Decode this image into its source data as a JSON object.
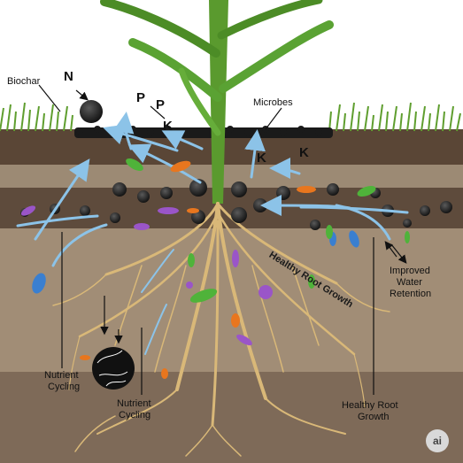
{
  "labels": {
    "biochar": "Biochar",
    "n": "N",
    "p1": "P",
    "p2": "P",
    "k1": "K",
    "k2": "K",
    "k3": "K",
    "microbes": "Microbes",
    "improved_water_retention_line1": "Improved",
    "improved_water_retention_line2": "Water",
    "improved_water_retention_line3": "Retention",
    "nutrient_cycling_left_line1": "Nutrient",
    "nutrient_cycling_left_line2": "Cycling",
    "nutrient_cycling_mid_line1": "Nutrient",
    "nutrient_cycling_mid_line2": "Cycling",
    "healthy_root_growth_curved": "Healthy Root Growth",
    "healthy_root_growth_line1": "Healthy Root",
    "healthy_root_growth_line2": "Growth"
  },
  "badge": {
    "text": "ai"
  },
  "colors": {
    "sky": "#ffffff",
    "grass": "#5f9e2f",
    "biochar": "#1c1c1c",
    "topsoil": "#5a4636",
    "soil_band_light": "#8d7a66",
    "soil_mid": "#a39079",
    "soil_deep": "#7a6654",
    "roots": "#d9b878",
    "stem": "#5a9a2e",
    "water_arrow": "#7fb7e0",
    "microbe_orange": "#e8761e",
    "microbe_green": "#4fb33a",
    "microbe_purple": "#9a55c8",
    "microbe_blue": "#3a7fd0"
  }
}
